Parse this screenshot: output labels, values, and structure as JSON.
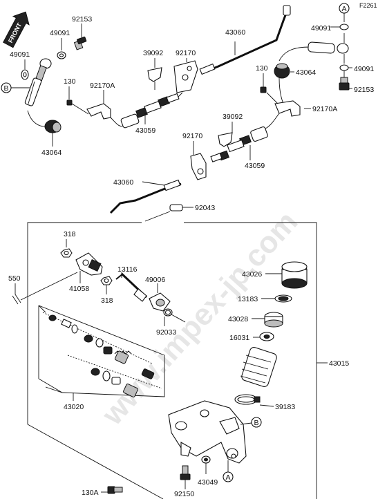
{
  "figure_id": "F2261",
  "front_label": "FRONT",
  "watermark": "www.impex-jp.com",
  "callouts": {
    "a": "A",
    "b": "B"
  },
  "labels": [
    {
      "id": "l_92153_top",
      "text": "92153"
    },
    {
      "id": "l_49091_top",
      "text": "49091"
    },
    {
      "id": "l_49091_left",
      "text": "49091"
    },
    {
      "id": "l_130_top",
      "text": "130"
    },
    {
      "id": "l_92170A_top",
      "text": "92170A"
    },
    {
      "id": "l_43064_left",
      "text": "43064"
    },
    {
      "id": "l_39092_top",
      "text": "39092"
    },
    {
      "id": "l_92170_top",
      "text": "92170"
    },
    {
      "id": "l_43059_top",
      "text": "43059"
    },
    {
      "id": "l_43060_top",
      "text": "43060"
    },
    {
      "id": "l_49091_right",
      "text": "49091"
    },
    {
      "id": "l_43064_right",
      "text": "43064"
    },
    {
      "id": "l_130_right",
      "text": "130"
    },
    {
      "id": "l_49091_right2",
      "text": "49091"
    },
    {
      "id": "l_92153_right",
      "text": "92153"
    },
    {
      "id": "l_92170A_right",
      "text": "92170A"
    },
    {
      "id": "l_39092_mid",
      "text": "39092"
    },
    {
      "id": "l_92170_mid",
      "text": "92170"
    },
    {
      "id": "l_43059_mid",
      "text": "43059"
    },
    {
      "id": "l_43060_mid",
      "text": "43060"
    },
    {
      "id": "l_92043",
      "text": "92043"
    },
    {
      "id": "l_318_top",
      "text": "318"
    },
    {
      "id": "l_550",
      "text": "550"
    },
    {
      "id": "l_13116",
      "text": "13116"
    },
    {
      "id": "l_49006",
      "text": "49006"
    },
    {
      "id": "l_41058",
      "text": "41058"
    },
    {
      "id": "l_318_bot",
      "text": "318"
    },
    {
      "id": "l_43026",
      "text": "43026"
    },
    {
      "id": "l_13183",
      "text": "13183"
    },
    {
      "id": "l_43028",
      "text": "43028"
    },
    {
      "id": "l_92033",
      "text": "92033"
    },
    {
      "id": "l_16031",
      "text": "16031"
    },
    {
      "id": "l_43015",
      "text": "43015"
    },
    {
      "id": "l_43020",
      "text": "43020"
    },
    {
      "id": "l_39183",
      "text": "39183"
    },
    {
      "id": "l_43049",
      "text": "43049"
    },
    {
      "id": "l_92150",
      "text": "92150"
    },
    {
      "id": "l_130A",
      "text": "130A"
    }
  ]
}
